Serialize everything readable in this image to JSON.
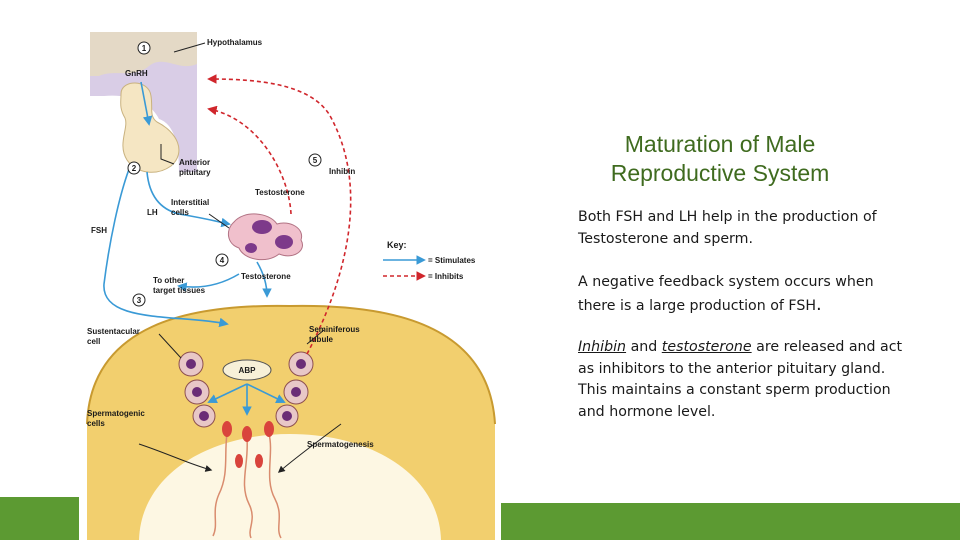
{
  "slide": {
    "title_line1": "Maturation of Male",
    "title_line2": "Reproductive System",
    "paragraph1": "Both FSH and LH help in the production of Testosterone and sperm.",
    "paragraph2_text": "A negative feedback system occurs when there is a large production of FSH",
    "paragraph2_end": ".",
    "paragraph3_word1": "Inhibin",
    "paragraph3_mid": " and ",
    "paragraph3_word2": "testosterone",
    "paragraph3_rest": " are released and act as inhibitors to the anterior pituitary gland. This maintains a constant sperm production and hormone level."
  },
  "diagram": {
    "labels": {
      "hypothalamus": "Hypothalamus",
      "gnrh": "GnRH",
      "anterior_pituitary_1": "Anterior",
      "anterior_pituitary_2": "pituitary",
      "testosterone_top": "Testosterone",
      "inhibin": "Inhibin",
      "interstitial_1": "Interstitial",
      "interstitial_2": "cells",
      "lh": "LH",
      "fsh": "FSH",
      "testosterone_mid": "Testosterone",
      "other_targets_1": "To other",
      "other_targets_2": "target tissues",
      "sustentacular_1": "Sustentacular",
      "sustentacular_2": "cell",
      "seminiferous_1": "Seminiferous",
      "seminiferous_2": "tubule",
      "abp": "ABP",
      "spermatogenic_1": "Spermatogenic",
      "spermatogenic_2": "cells",
      "spermatogenesis": "Spermatogenesis"
    },
    "steps": [
      "1",
      "2",
      "3",
      "4",
      "5"
    ],
    "key": {
      "title": "Key:",
      "stimulates": "= Stimulates",
      "inhibits": "= Inhibits"
    },
    "colors": {
      "stimulate": "#3a9ad6",
      "inhibit": "#d0262c",
      "brain": "#d9cde6",
      "pituitary": "#f5e6c3",
      "tubule": "#f2cf6e",
      "accent": "#5c9a32"
    }
  }
}
